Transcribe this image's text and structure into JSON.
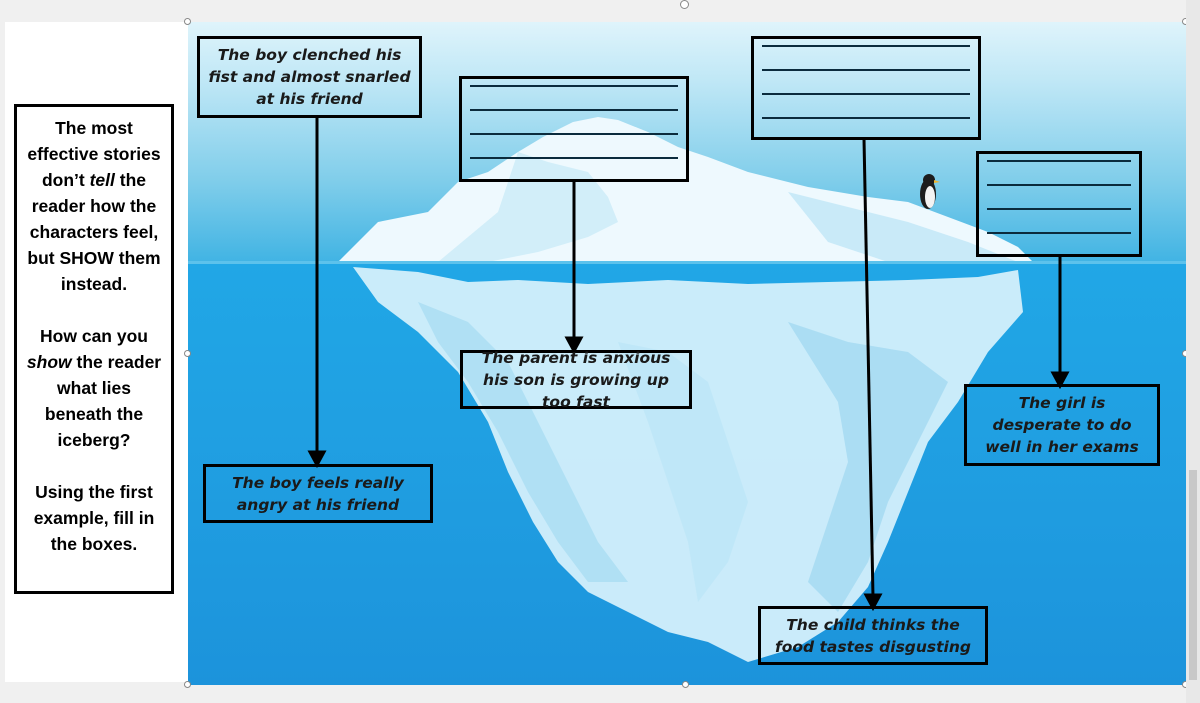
{
  "sidebar": {
    "para1_a": "The most effective stories don’t ",
    "para1_em": "tell",
    "para1_b": " the reader how the characters feel, but SHOW them instead.",
    "para2_a": "How can you ",
    "para2_em": "show",
    "para2_b": " the reader what lies beneath the iceberg?",
    "para3": "Using the first example, fill in the boxes."
  },
  "boxes": {
    "above_1": "The boy clenched his fist and almost snarled at his friend",
    "below_1": "The boy feels really angry at his friend",
    "below_2": "The parent is anxious his son is growing up too fast",
    "below_3": "The child thinks the food tastes disgusting",
    "below_4": "The girl is desperate to do well in her exams"
  },
  "colors": {
    "sky_top": "#dff4fb",
    "sea": "#21a7e6",
    "ice": "#e9f8fe"
  }
}
